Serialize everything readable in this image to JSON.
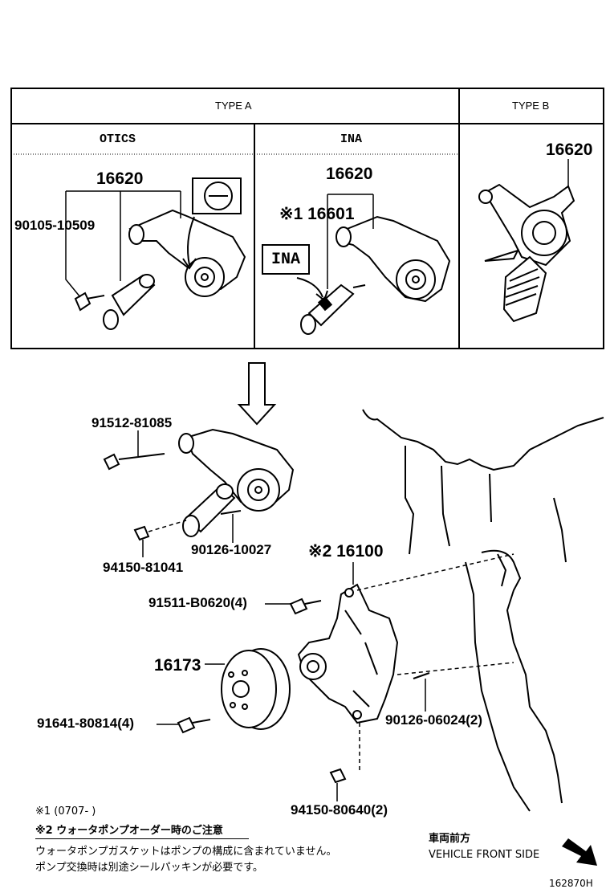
{
  "table": {
    "type_a": "TYPE A",
    "type_b": "TYPE B",
    "otics": "OTICS",
    "ina": "INA"
  },
  "callouts": {
    "otics_tensioner": "16620",
    "otics_bolt": "90105-10509",
    "ina_tensioner": "16620",
    "ina_sub": "※1 16601",
    "ina_badge": "INA",
    "typeb_tensioner": "16620",
    "bolt_top": "91512-81085",
    "nut_left": "94150-81041",
    "stud_center": "90126-10027",
    "pump": "※2 16100",
    "pump_bolt": "91511-B0620(4)",
    "pulley": "16173",
    "pulley_bolt": "91641-80814(4)",
    "stud_right": "90126-06024(2)",
    "nut_bottom": "94150-80640(2)"
  },
  "notes": {
    "note1": "※1 (0707-    )",
    "note2": "※2 ウォータポンプオーダー時のご注意",
    "note3": "ウォータポンプガスケットはポンプの構成に含まれていません。",
    "note4": "ポンプ交換時は別途シールパッキンが必要です。",
    "front_jp": "車両前方",
    "front_en": "VEHICLE FRONT SIDE",
    "diagram_id": "162870H"
  },
  "icons": [
    "down-arrow-icon",
    "front-direction-arrow-icon"
  ]
}
